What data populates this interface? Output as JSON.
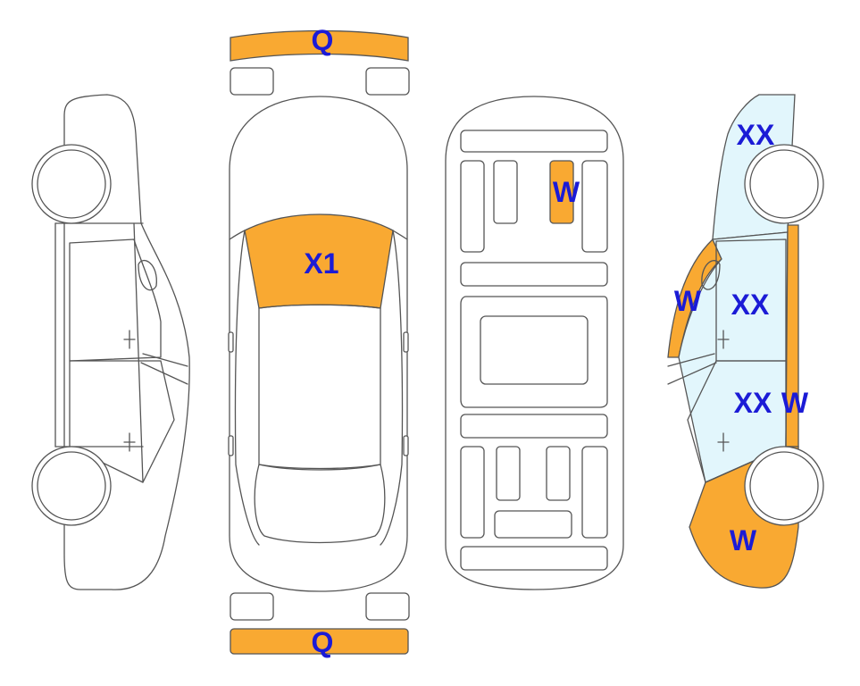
{
  "colors": {
    "outline": "#555555",
    "damage_orange": "#F9A932",
    "damage_light_blue": "#E2F6FC",
    "label_blue": "#1B1BD6"
  },
  "labels": {
    "front_bumper": "Q",
    "rear_bumper": "Q",
    "hood": "X1",
    "interior_seat": "W",
    "right_front_fender_upper": "XX",
    "right_a_pillar": "W",
    "right_front_door": "XX",
    "right_rear_door": "XX",
    "right_b_pillar": "W",
    "right_rear_quarter": "W"
  }
}
